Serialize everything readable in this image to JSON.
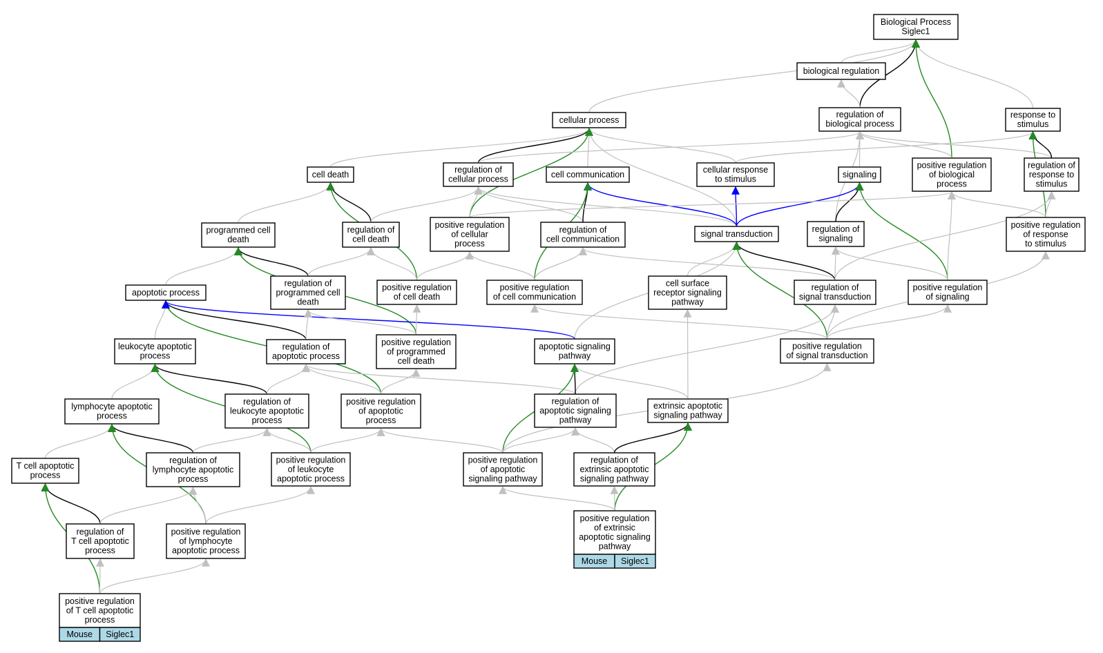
{
  "colors": {
    "is_a": "#c0c0c0",
    "regulates": "#000000",
    "positively_regulates": "#228b22",
    "part_of": "#0000ff",
    "annotation_fill": "#add8e6"
  },
  "nodes": [
    {
      "id": "bp",
      "lines": [
        "Biological Process",
        "Siglec1"
      ]
    },
    {
      "id": "bioreg",
      "lines": [
        "biological regulation"
      ]
    },
    {
      "id": "cellproc",
      "lines": [
        "cellular process"
      ]
    },
    {
      "id": "regbio",
      "lines": [
        "regulation of",
        "biological process"
      ]
    },
    {
      "id": "resp",
      "lines": [
        "response to",
        "stimulus"
      ]
    },
    {
      "id": "celldeath",
      "lines": [
        "cell death"
      ]
    },
    {
      "id": "regcell",
      "lines": [
        "regulation of",
        "cellular process"
      ]
    },
    {
      "id": "cellcomm",
      "lines": [
        "cell communication"
      ]
    },
    {
      "id": "cellresp",
      "lines": [
        "cellular response",
        "to stimulus"
      ]
    },
    {
      "id": "signaling",
      "lines": [
        "signaling"
      ]
    },
    {
      "id": "posregbio",
      "lines": [
        "positive regulation",
        "of biological",
        "process"
      ]
    },
    {
      "id": "regresp",
      "lines": [
        "regulation of",
        "response to",
        "stimulus"
      ]
    },
    {
      "id": "pcd",
      "lines": [
        "programmed cell",
        "death"
      ]
    },
    {
      "id": "regcd",
      "lines": [
        "regulation of",
        "cell death"
      ]
    },
    {
      "id": "posregcell",
      "lines": [
        "positive regulation",
        "of cellular",
        "process"
      ]
    },
    {
      "id": "regcomm",
      "lines": [
        "regulation of",
        "cell communication"
      ]
    },
    {
      "id": "sigtrans",
      "lines": [
        "signal transduction"
      ]
    },
    {
      "id": "regsig",
      "lines": [
        "regulation of",
        "signaling"
      ]
    },
    {
      "id": "posregresp",
      "lines": [
        "positive regulation",
        "of response",
        "to stimulus"
      ]
    },
    {
      "id": "apop",
      "lines": [
        "apoptotic process"
      ]
    },
    {
      "id": "regpcd",
      "lines": [
        "regulation of",
        "programmed cell",
        "death"
      ]
    },
    {
      "id": "posregcd",
      "lines": [
        "positive regulation",
        "of cell death"
      ]
    },
    {
      "id": "posregcomm",
      "lines": [
        "positive regulation",
        "of cell communication"
      ]
    },
    {
      "id": "csrsp",
      "lines": [
        "cell surface",
        "receptor signaling",
        "pathway"
      ]
    },
    {
      "id": "regst",
      "lines": [
        "regulation of",
        "signal transduction"
      ]
    },
    {
      "id": "posregsig",
      "lines": [
        "positive regulation",
        "of signaling"
      ]
    },
    {
      "id": "leukapop",
      "lines": [
        "leukocyte apoptotic",
        "process"
      ]
    },
    {
      "id": "regapop",
      "lines": [
        "regulation of",
        "apoptotic process"
      ]
    },
    {
      "id": "posregpcd",
      "lines": [
        "positive regulation",
        "of programmed",
        "cell death"
      ]
    },
    {
      "id": "apsig",
      "lines": [
        "apoptotic signaling",
        "pathway"
      ]
    },
    {
      "id": "posregst",
      "lines": [
        "positive regulation",
        "of signal transduction"
      ]
    },
    {
      "id": "lymphapop",
      "lines": [
        "lymphocyte apoptotic",
        "process"
      ]
    },
    {
      "id": "regleuk",
      "lines": [
        "regulation of",
        "leukocyte apoptotic",
        "process"
      ]
    },
    {
      "id": "posregapop",
      "lines": [
        "positive regulation",
        "of apoptotic",
        "process"
      ]
    },
    {
      "id": "regapsig",
      "lines": [
        "regulation of",
        "apoptotic signaling",
        "pathway"
      ]
    },
    {
      "id": "extapsig",
      "lines": [
        "extrinsic apoptotic",
        "signaling pathway"
      ]
    },
    {
      "id": "tcellapop",
      "lines": [
        "T cell apoptotic",
        "process"
      ]
    },
    {
      "id": "reglymph",
      "lines": [
        "regulation of",
        "lymphocyte apoptotic",
        "process"
      ]
    },
    {
      "id": "posregleuk",
      "lines": [
        "positive regulation",
        "of leukocyte",
        "apoptotic process"
      ]
    },
    {
      "id": "posregapsig",
      "lines": [
        "positive regulation",
        "of apoptotic",
        "signaling pathway"
      ]
    },
    {
      "id": "regext",
      "lines": [
        "regulation of",
        "extrinsic apoptotic",
        "signaling pathway"
      ]
    },
    {
      "id": "regtcell",
      "lines": [
        "regulation of",
        "T cell apoptotic",
        "process"
      ]
    },
    {
      "id": "posreglymph",
      "lines": [
        "positive regulation",
        "of lymphocyte",
        "apoptotic process"
      ]
    },
    {
      "id": "posregext",
      "lines": [
        "positive regulation",
        "of extrinsic",
        "apoptotic signaling",
        "pathway"
      ],
      "annotation": [
        "Mouse",
        "Siglec1"
      ]
    },
    {
      "id": "posregtcell",
      "lines": [
        "positive regulation",
        "of T cell apoptotic",
        "process"
      ],
      "annotation": [
        "Mouse",
        "Siglec1"
      ]
    }
  ],
  "edges": [
    {
      "from": "bioreg",
      "to": "bp",
      "type": "is_a"
    },
    {
      "from": "cellproc",
      "to": "bp",
      "type": "is_a"
    },
    {
      "from": "resp",
      "to": "bp",
      "type": "is_a"
    },
    {
      "from": "regbio",
      "to": "bp",
      "type": "regulates"
    },
    {
      "from": "posregbio",
      "to": "bp",
      "type": "positively_regulates"
    },
    {
      "from": "regbio",
      "to": "bioreg",
      "type": "is_a"
    },
    {
      "from": "celldeath",
      "to": "cellproc",
      "type": "is_a"
    },
    {
      "from": "regcell",
      "to": "cellproc",
      "type": "regulates"
    },
    {
      "from": "cellcomm",
      "to": "cellproc",
      "type": "is_a"
    },
    {
      "from": "cellresp",
      "to": "cellproc",
      "type": "is_a"
    },
    {
      "from": "sigtrans",
      "to": "cellproc",
      "type": "is_a"
    },
    {
      "from": "posregcell",
      "to": "cellproc",
      "type": "positively_regulates"
    },
    {
      "from": "regcell",
      "to": "regbio",
      "type": "is_a"
    },
    {
      "from": "signaling",
      "to": "regbio",
      "type": "is_a"
    },
    {
      "from": "posregbio",
      "to": "regbio",
      "type": "is_a"
    },
    {
      "from": "regresp",
      "to": "regbio",
      "type": "is_a"
    },
    {
      "from": "regsig",
      "to": "regbio",
      "type": "is_a"
    },
    {
      "from": "cellresp",
      "to": "resp",
      "type": "is_a"
    },
    {
      "from": "regresp",
      "to": "resp",
      "type": "regulates"
    },
    {
      "from": "posregresp",
      "to": "resp",
      "type": "positively_regulates"
    },
    {
      "from": "pcd",
      "to": "celldeath",
      "type": "is_a"
    },
    {
      "from": "regcd",
      "to": "celldeath",
      "type": "regulates"
    },
    {
      "from": "posregcd",
      "to": "celldeath",
      "type": "positively_regulates"
    },
    {
      "from": "regcd",
      "to": "regcell",
      "type": "is_a"
    },
    {
      "from": "posregcell",
      "to": "regcell",
      "type": "is_a"
    },
    {
      "from": "regcomm",
      "to": "regcell",
      "type": "is_a"
    },
    {
      "from": "sigtrans",
      "to": "regcell",
      "type": "is_a"
    },
    {
      "from": "regcomm",
      "to": "cellcomm",
      "type": "regulates"
    },
    {
      "from": "sigtrans",
      "to": "cellcomm",
      "type": "part_of"
    },
    {
      "from": "posregcomm",
      "to": "cellcomm",
      "type": "positively_regulates"
    },
    {
      "from": "sigtrans",
      "to": "cellresp",
      "type": "part_of"
    },
    {
      "from": "sigtrans",
      "to": "signaling",
      "type": "part_of"
    },
    {
      "from": "regsig",
      "to": "signaling",
      "type": "regulates"
    },
    {
      "from": "posregsig",
      "to": "signaling",
      "type": "positively_regulates"
    },
    {
      "from": "posregcell",
      "to": "posregbio",
      "type": "is_a"
    },
    {
      "from": "posregsig",
      "to": "posregbio",
      "type": "is_a"
    },
    {
      "from": "regst",
      "to": "regresp",
      "type": "is_a"
    },
    {
      "from": "posregresp",
      "to": "regresp",
      "type": "is_a"
    },
    {
      "from": "posregresp",
      "to": "posregbio",
      "type": "is_a"
    },
    {
      "from": "apop",
      "to": "pcd",
      "type": "is_a"
    },
    {
      "from": "regpcd",
      "to": "pcd",
      "type": "regulates"
    },
    {
      "from": "posregpcd",
      "to": "pcd",
      "type": "positively_regulates"
    },
    {
      "from": "regpcd",
      "to": "regcd",
      "type": "is_a"
    },
    {
      "from": "posregcd",
      "to": "regcd",
      "type": "is_a"
    },
    {
      "from": "posregcd",
      "to": "posregcell",
      "type": "is_a"
    },
    {
      "from": "posregcomm",
      "to": "posregcell",
      "type": "is_a"
    },
    {
      "from": "posregcomm",
      "to": "regcomm",
      "type": "is_a"
    },
    {
      "from": "regst",
      "to": "regcomm",
      "type": "is_a"
    },
    {
      "from": "csrsp",
      "to": "sigtrans",
      "type": "is_a"
    },
    {
      "from": "apsig",
      "to": "sigtrans",
      "type": "is_a"
    },
    {
      "from": "regst",
      "to": "sigtrans",
      "type": "regulates"
    },
    {
      "from": "posregst",
      "to": "sigtrans",
      "type": "positively_regulates"
    },
    {
      "from": "regst",
      "to": "regsig",
      "type": "is_a"
    },
    {
      "from": "posregsig",
      "to": "regsig",
      "type": "is_a"
    },
    {
      "from": "posregst",
      "to": "posregresp",
      "type": "is_a"
    },
    {
      "from": "leukapop",
      "to": "apop",
      "type": "is_a"
    },
    {
      "from": "regapop",
      "to": "apop",
      "type": "regulates"
    },
    {
      "from": "posregapop",
      "to": "apop",
      "type": "positively_regulates"
    },
    {
      "from": "apsig",
      "to": "apop",
      "type": "part_of"
    },
    {
      "from": "regapop",
      "to": "regpcd",
      "type": "is_a"
    },
    {
      "from": "posregpcd",
      "to": "regpcd",
      "type": "is_a"
    },
    {
      "from": "posregpcd",
      "to": "posregcd",
      "type": "is_a"
    },
    {
      "from": "posregst",
      "to": "posregcomm",
      "type": "is_a"
    },
    {
      "from": "extapsig",
      "to": "csrsp",
      "type": "is_a"
    },
    {
      "from": "posregst",
      "to": "regst",
      "type": "is_a"
    },
    {
      "from": "regapsig",
      "to": "regst",
      "type": "is_a"
    },
    {
      "from": "posregst",
      "to": "posregsig",
      "type": "is_a"
    },
    {
      "from": "lymphapop",
      "to": "leukapop",
      "type": "is_a"
    },
    {
      "from": "regleuk",
      "to": "leukapop",
      "type": "regulates"
    },
    {
      "from": "posregleuk",
      "to": "leukapop",
      "type": "positively_regulates"
    },
    {
      "from": "regleuk",
      "to": "regapop",
      "type": "is_a"
    },
    {
      "from": "posregapop",
      "to": "regapop",
      "type": "is_a"
    },
    {
      "from": "regapsig",
      "to": "regapop",
      "type": "is_a"
    },
    {
      "from": "posregapop",
      "to": "posregpcd",
      "type": "is_a"
    },
    {
      "from": "regapsig",
      "to": "apsig",
      "type": "regulates"
    },
    {
      "from": "extapsig",
      "to": "apsig",
      "type": "is_a"
    },
    {
      "from": "posregapsig",
      "to": "apsig",
      "type": "positively_regulates"
    },
    {
      "from": "posregapsig",
      "to": "posregst",
      "type": "is_a"
    },
    {
      "from": "tcellapop",
      "to": "lymphapop",
      "type": "is_a"
    },
    {
      "from": "reglymph",
      "to": "lymphapop",
      "type": "regulates"
    },
    {
      "from": "posreglymph",
      "to": "lymphapop",
      "type": "positively_regulates"
    },
    {
      "from": "reglymph",
      "to": "regleuk",
      "type": "is_a"
    },
    {
      "from": "posregleuk",
      "to": "regleuk",
      "type": "is_a"
    },
    {
      "from": "posregleuk",
      "to": "posregapop",
      "type": "is_a"
    },
    {
      "from": "posregapsig",
      "to": "posregapop",
      "type": "is_a"
    },
    {
      "from": "posregapsig",
      "to": "regapsig",
      "type": "is_a"
    },
    {
      "from": "regext",
      "to": "regapsig",
      "type": "is_a"
    },
    {
      "from": "regext",
      "to": "extapsig",
      "type": "regulates"
    },
    {
      "from": "posregext",
      "to": "extapsig",
      "type": "positively_regulates"
    },
    {
      "from": "regtcell",
      "to": "tcellapop",
      "type": "regulates"
    },
    {
      "from": "posregtcell",
      "to": "tcellapop",
      "type": "positively_regulates"
    },
    {
      "from": "regtcell",
      "to": "reglymph",
      "type": "is_a"
    },
    {
      "from": "posreglymph",
      "to": "reglymph",
      "type": "is_a"
    },
    {
      "from": "posreglymph",
      "to": "posregleuk",
      "type": "is_a"
    },
    {
      "from": "posregext",
      "to": "posregapsig",
      "type": "is_a"
    },
    {
      "from": "posregext",
      "to": "regext",
      "type": "is_a"
    },
    {
      "from": "posregtcell",
      "to": "regtcell",
      "type": "is_a"
    },
    {
      "from": "posregtcell",
      "to": "posreglymph",
      "type": "is_a"
    }
  ]
}
